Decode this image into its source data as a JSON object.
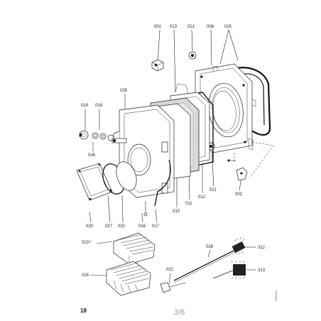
{
  "labels": {
    "l001": "001",
    "l013": "013",
    "l021a": "021",
    "l008": "008",
    "l025": "025",
    "l039": "039",
    "l019": "019",
    "l018": "018",
    "l026": "026",
    "l020": "020",
    "l027": "027",
    "l032": "032",
    "l016": "016",
    "l017": "017",
    "l010": "010",
    "l011": "011",
    "l012": "012",
    "l021b": "021",
    "l002": "002",
    "l023": "023",
    "l023sup": "1)",
    "l024": "024",
    "l028": "028",
    "l022": "022",
    "l312": "312",
    "l313": "313"
  },
  "page_number": "18",
  "page_counter": "3/6",
  "side_code": "4661112"
}
